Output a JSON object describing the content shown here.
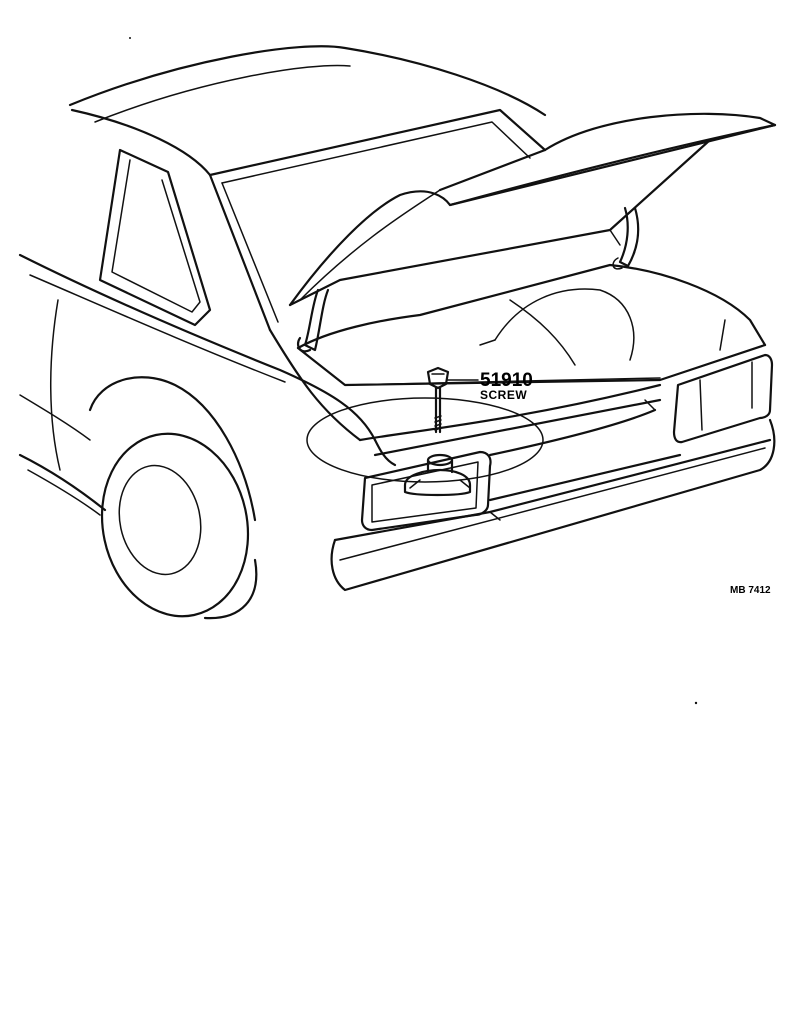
{
  "callout": {
    "part_number": "51910",
    "part_name": "SCREW"
  },
  "reference_code": "MB 7412"
}
